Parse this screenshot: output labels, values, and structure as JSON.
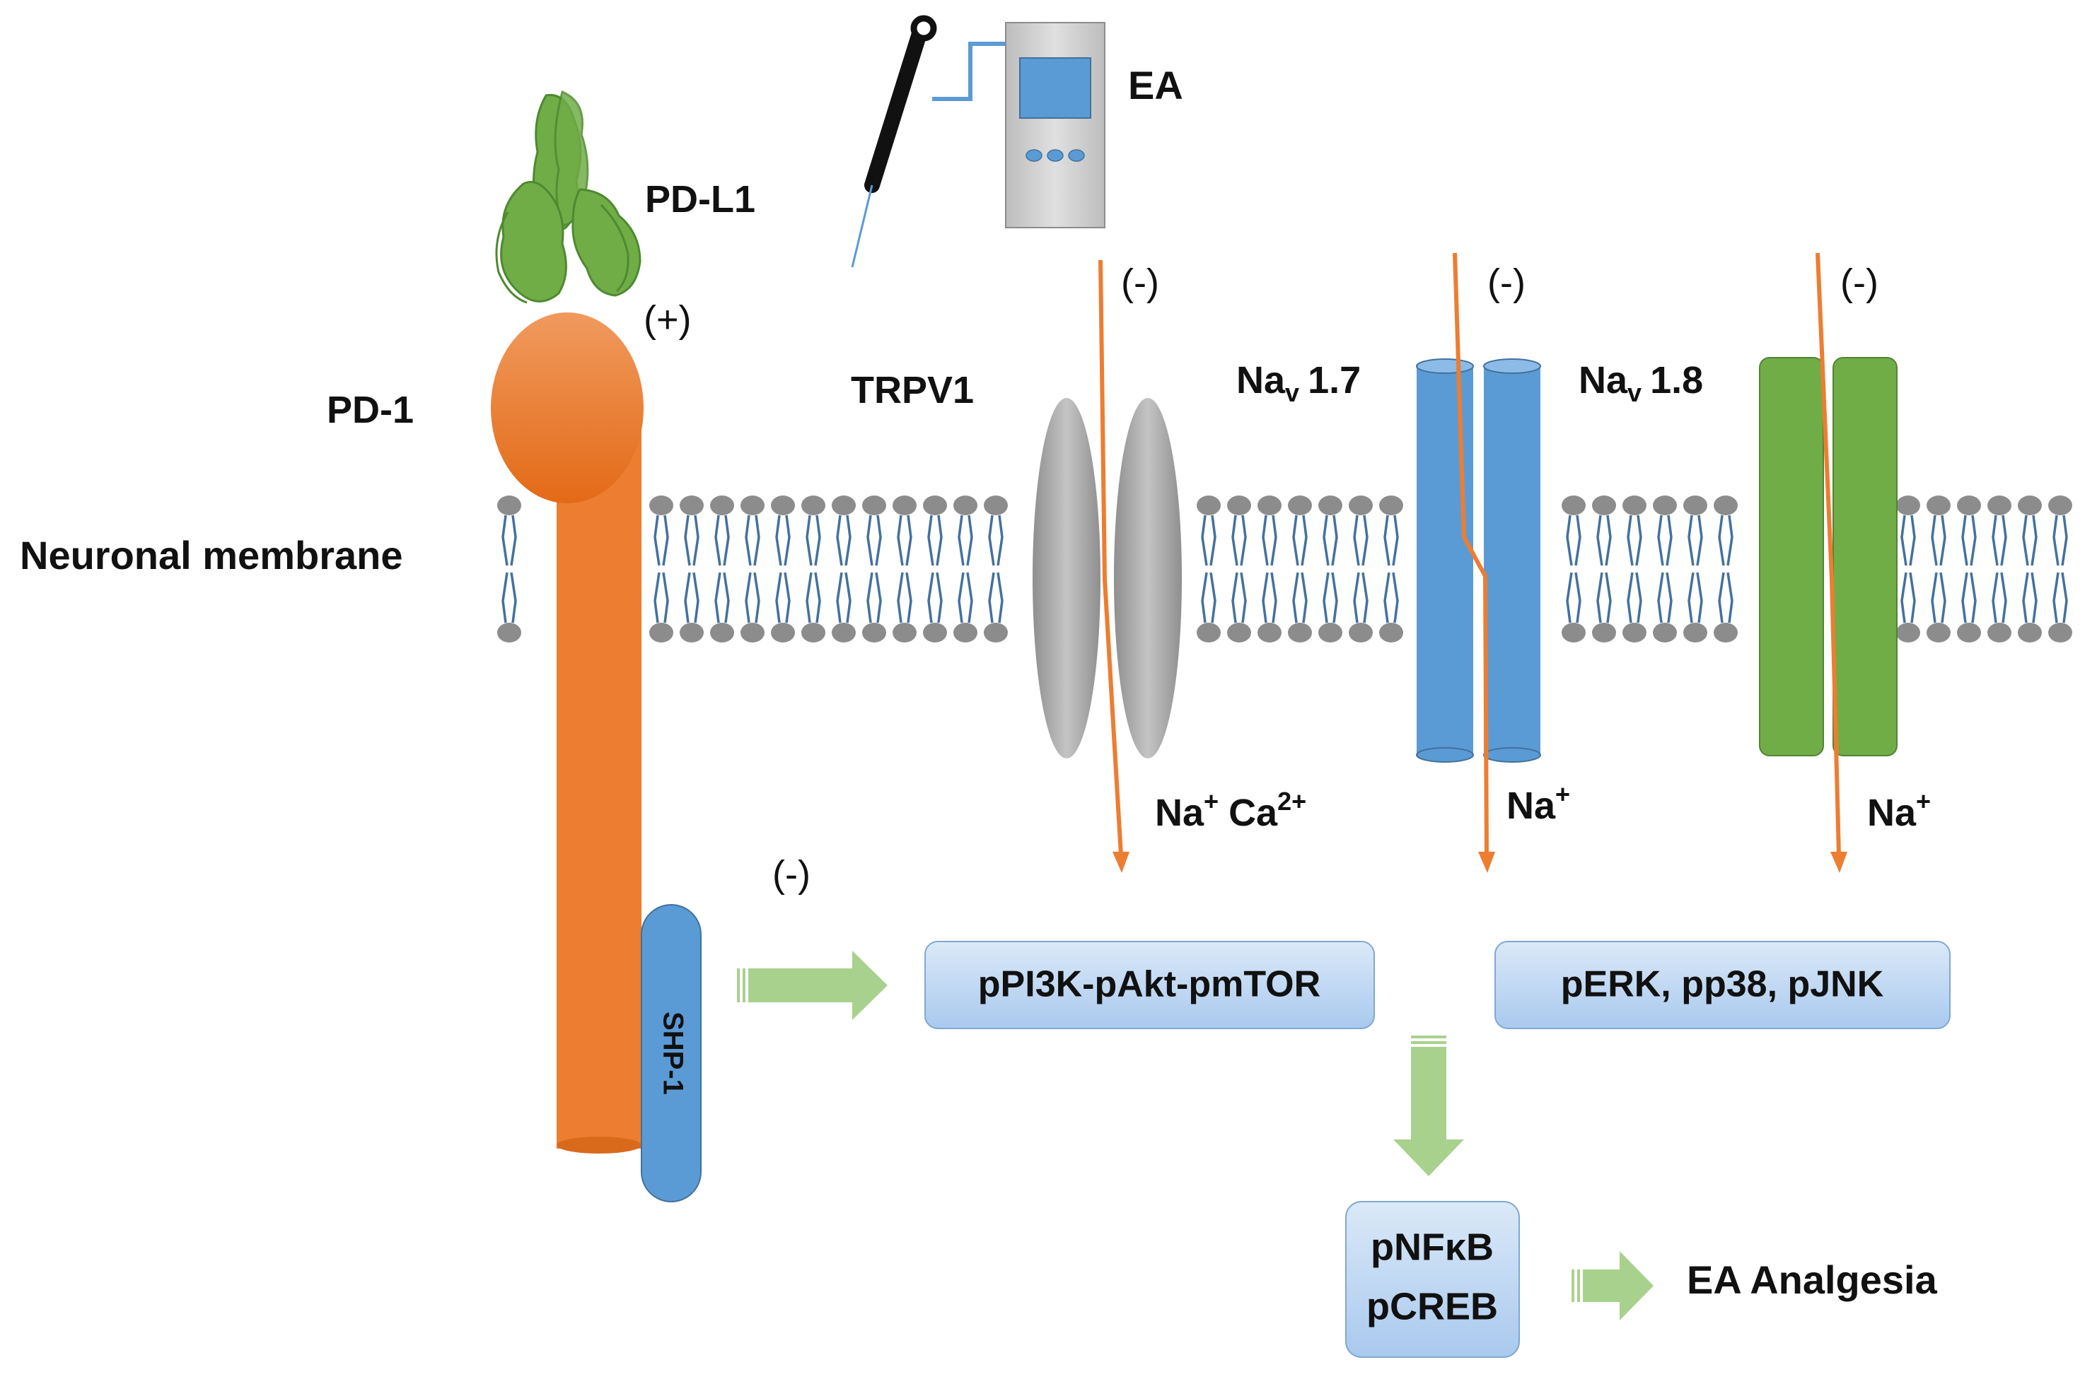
{
  "labels": {
    "pd_l1": "PD-L1",
    "pd_1": "PD-1",
    "membrane": "Neuronal membrane",
    "trpv1": "TRPV1",
    "nav17_main": "Na",
    "nav17_sub": "v",
    "nav17_num": "1.7",
    "nav18_main": "Na",
    "nav18_sub": "v",
    "nav18_num": "1.8",
    "ea": "EA",
    "shp1": "SHP-1",
    "ea_analgesia": "EA Analgesia",
    "ion_trpv1_na": "Na",
    "ion_trpv1_na_sup": "+",
    "ion_trpv1_ca": "Ca",
    "ion_trpv1_ca_sup": "2+",
    "ion_nav17": "Na",
    "ion_nav17_sup": "+",
    "ion_nav18": "Na",
    "ion_nav18_sup": "+"
  },
  "signs": {
    "pd_binding": "(+)",
    "trpv1_inhibit": "(-)",
    "nav17_inhibit": "(-)",
    "nav18_inhibit": "(-)",
    "shp1_inhibit": "(-)"
  },
  "boxes": {
    "pi3k": "pPI3K-pAkt-pmTOR",
    "erk": "pERK, pp38, pJNK",
    "nfkb_line1": "pNFκB",
    "nfkb_line2": "pCREB"
  },
  "colors": {
    "pd1_orange": "#ed7d31",
    "pdl1_green": "#70ad47",
    "channel_blue": "#5b9bd5",
    "trpv1_gray": "#a6a6a6",
    "arrow_orange": "#ed7d31",
    "flow_arrow_green": "#a9d18e",
    "lipid_head": "#8c8c8c",
    "lipid_tail": "#44719e",
    "box_fill": "#c5ddf5",
    "box_stroke": "#7fa8d4"
  }
}
